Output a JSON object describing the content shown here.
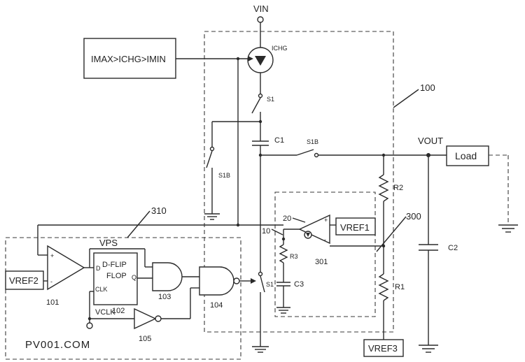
{
  "labels": {
    "vin": "VIN",
    "ichg": "ICHG",
    "current_condition": "IMAX>ICHG>IMIN",
    "s1_top": "S1",
    "c1": "C1",
    "s1b_switch": "S1B",
    "s1b_left": "S1B",
    "vout": "VOUT",
    "load": "Load",
    "r2": "R2",
    "r1": "R1",
    "c2": "C2",
    "ref_100": "100",
    "ref_310": "310",
    "ref_20": "20",
    "ref_10": "10",
    "ref_300": "300",
    "vref1": "VREF1",
    "r3": "R3",
    "ref_301": "301",
    "s1_bottom": "S1",
    "c3": "C3",
    "vps": "VPS",
    "dff_line1": "D-FLIP",
    "dff_line2": "FLOP",
    "dff_d": "D",
    "dff_clk": "CLK",
    "dff_q": "Q",
    "vref2": "VREF2",
    "ref_101": "101",
    "ref_102": "102",
    "ref_103": "103",
    "ref_104": "104",
    "ref_105": "105",
    "vclk": "VCLK",
    "vref3": "VREF3",
    "op_plus": "+",
    "op_minus": "-",
    "watermark": "PV001.COM"
  }
}
